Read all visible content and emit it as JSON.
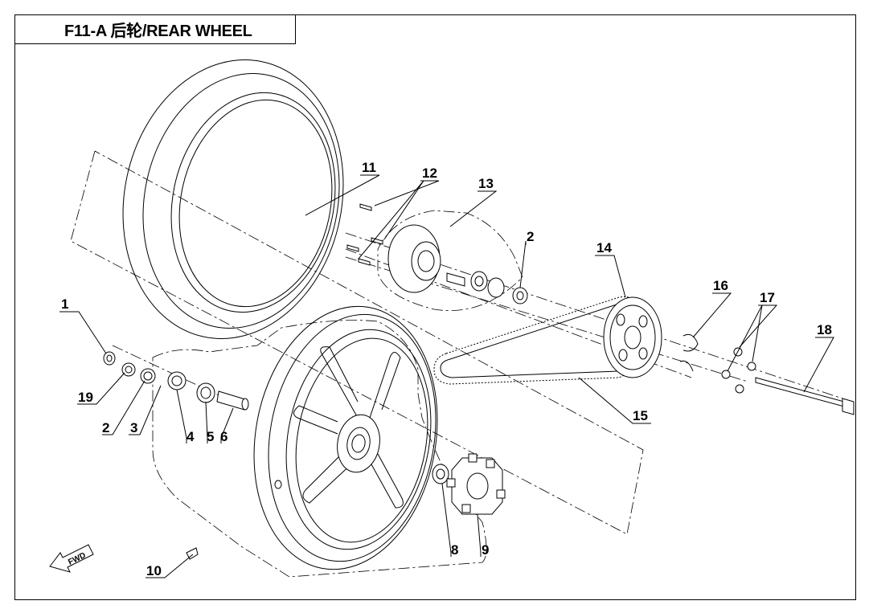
{
  "header": {
    "title": "F11-A  后轮/REAR WHEEL"
  },
  "direction_arrow": {
    "label": "FWD"
  },
  "callouts": [
    {
      "label": "1"
    },
    {
      "label": "19"
    },
    {
      "label": "2"
    },
    {
      "label": "3"
    },
    {
      "label": "4"
    },
    {
      "label": "5"
    },
    {
      "label": "6"
    },
    {
      "label": "10"
    },
    {
      "label": "8"
    },
    {
      "label": "9"
    },
    {
      "label": "11"
    },
    {
      "label": "12"
    },
    {
      "label": "13"
    },
    {
      "label": "2"
    },
    {
      "label": "14"
    },
    {
      "label": "15"
    },
    {
      "label": "16"
    },
    {
      "label": "17"
    },
    {
      "label": "18"
    }
  ]
}
